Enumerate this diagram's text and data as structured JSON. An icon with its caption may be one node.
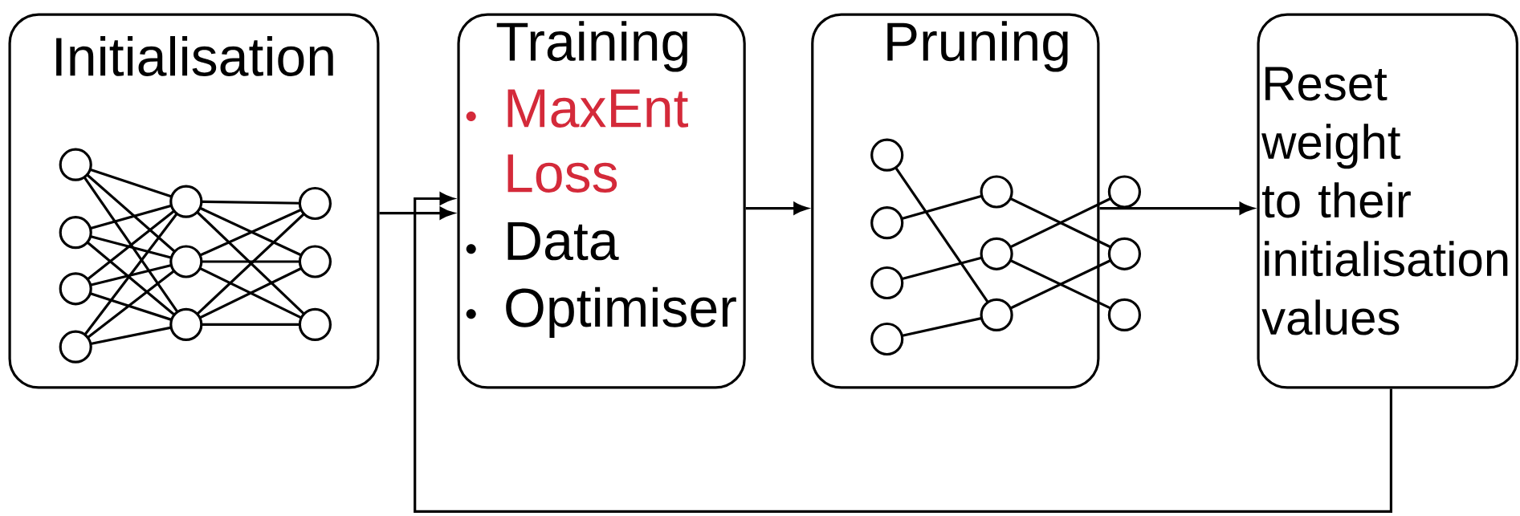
{
  "diagram": {
    "nodes": [
      {
        "text": [
          "Initialisation"
        ]
      },
      {
        "text": [
          "Training",
          "MaxEnt Loss",
          "Data",
          "Optimiser"
        ]
      },
      {
        "text": [
          "Pruning"
        ]
      },
      {
        "text": [
          "Reset weight to their initialisation values"
        ]
      }
    ],
    "edges": [
      {
        "from": 0,
        "to": 1,
        "arrow": "to"
      },
      {
        "from": 1,
        "to": 2,
        "arrow": "to"
      },
      {
        "from": 2,
        "to": 3,
        "arrow": "to"
      },
      {
        "from": 3,
        "to": 1,
        "arrow": "to"
      }
    ]
  }
}
